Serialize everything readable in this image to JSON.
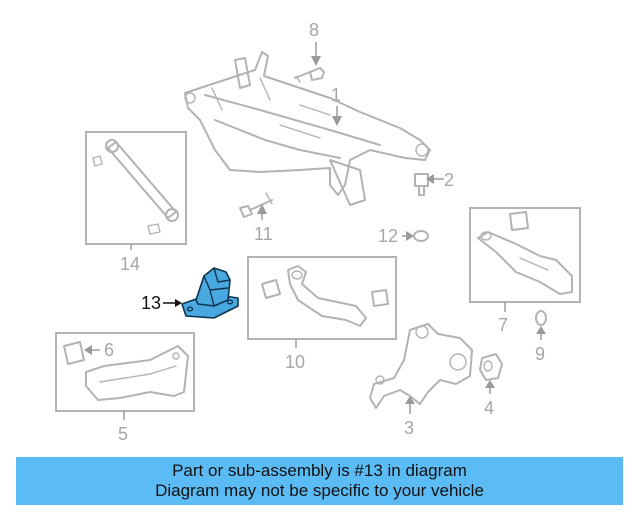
{
  "diagram": {
    "callouts": [
      "1",
      "2",
      "3",
      "4",
      "5",
      "6",
      "7",
      "8",
      "9",
      "10",
      "11",
      "12",
      "13",
      "14"
    ],
    "highlighted_part": "13"
  },
  "banner": {
    "line1": "Part or sub-assembly is #13 in diagram",
    "line2": "Diagram may not be specific to your vehicle",
    "background": "#5bbcf5"
  },
  "colors": {
    "highlight_fill": "#4aa8e0",
    "line_art": "#b3b3b3",
    "callout_text": "#a6a6a6"
  }
}
